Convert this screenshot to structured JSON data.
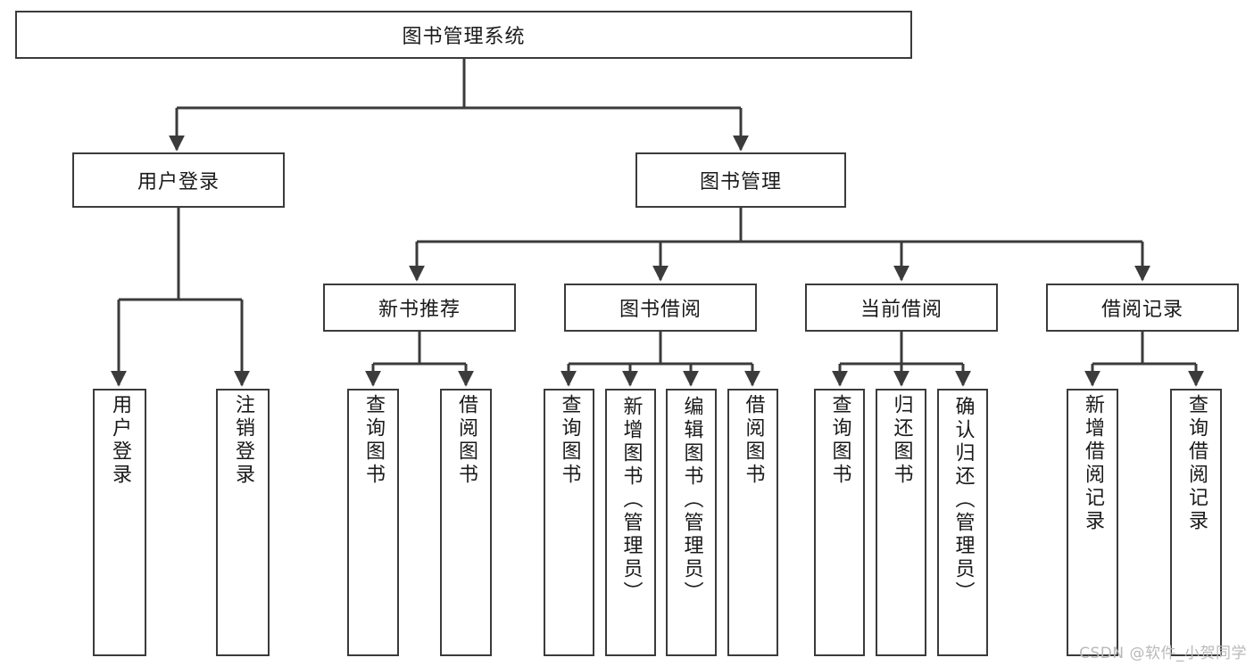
{
  "diagram": {
    "title": "图书管理系统",
    "type": "tree-hierarchy-chart",
    "colors": {
      "stroke": "#3b3b3b",
      "fill": "#ffffff",
      "text": "#1a1a1a",
      "watermark": "#b9b9b9"
    },
    "levels": {
      "root": {
        "label": "图书管理系统"
      },
      "level2": [
        {
          "label": "用户登录"
        },
        {
          "label": "图书管理"
        }
      ],
      "level3": [
        {
          "label": "新书推荐"
        },
        {
          "label": "图书借阅"
        },
        {
          "label": "当前借阅"
        },
        {
          "label": "借阅记录"
        }
      ],
      "leaves": {
        "user_login": [
          {
            "label": "用户登录"
          },
          {
            "label": "注销登录"
          }
        ],
        "new_book_recommend": [
          {
            "label": "查询图书"
          },
          {
            "label": "借阅图书"
          }
        ],
        "book_borrow": [
          {
            "label": "查询图书"
          },
          {
            "label": "新增图书（管理员）"
          },
          {
            "label": "编辑图书（管理员）"
          },
          {
            "label": "借阅图书"
          }
        ],
        "current_borrow": [
          {
            "label": "查询图书"
          },
          {
            "label": "归还图书"
          },
          {
            "label": "确认归还（管理员）"
          }
        ],
        "borrow_record": [
          {
            "label": "新增借阅记录"
          },
          {
            "label": "查询借阅记录"
          }
        ]
      }
    }
  },
  "watermark": {
    "text": "CSDN @软件_小贺同学"
  }
}
